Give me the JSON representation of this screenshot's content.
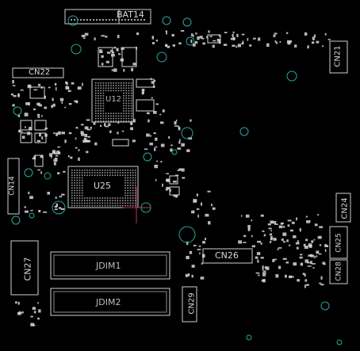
{
  "board": {
    "background": "#000000",
    "silk_color": "#d8d8d8",
    "via_color": "#2aa8a0",
    "marker_color": "#c0306a"
  },
  "labels": {
    "bat14": "BAT14",
    "cn22": "CN22",
    "cn21": "CN21",
    "u12": "U12",
    "u25": "U25",
    "cn14": "CN14",
    "cn24": "CN24",
    "cn25": "CN25",
    "cn28": "CN28",
    "cn26": "CN26",
    "cn27": "CN27",
    "cn29": "CN29",
    "jdim1": "JDIM1",
    "jdim2": "JDIM2"
  }
}
